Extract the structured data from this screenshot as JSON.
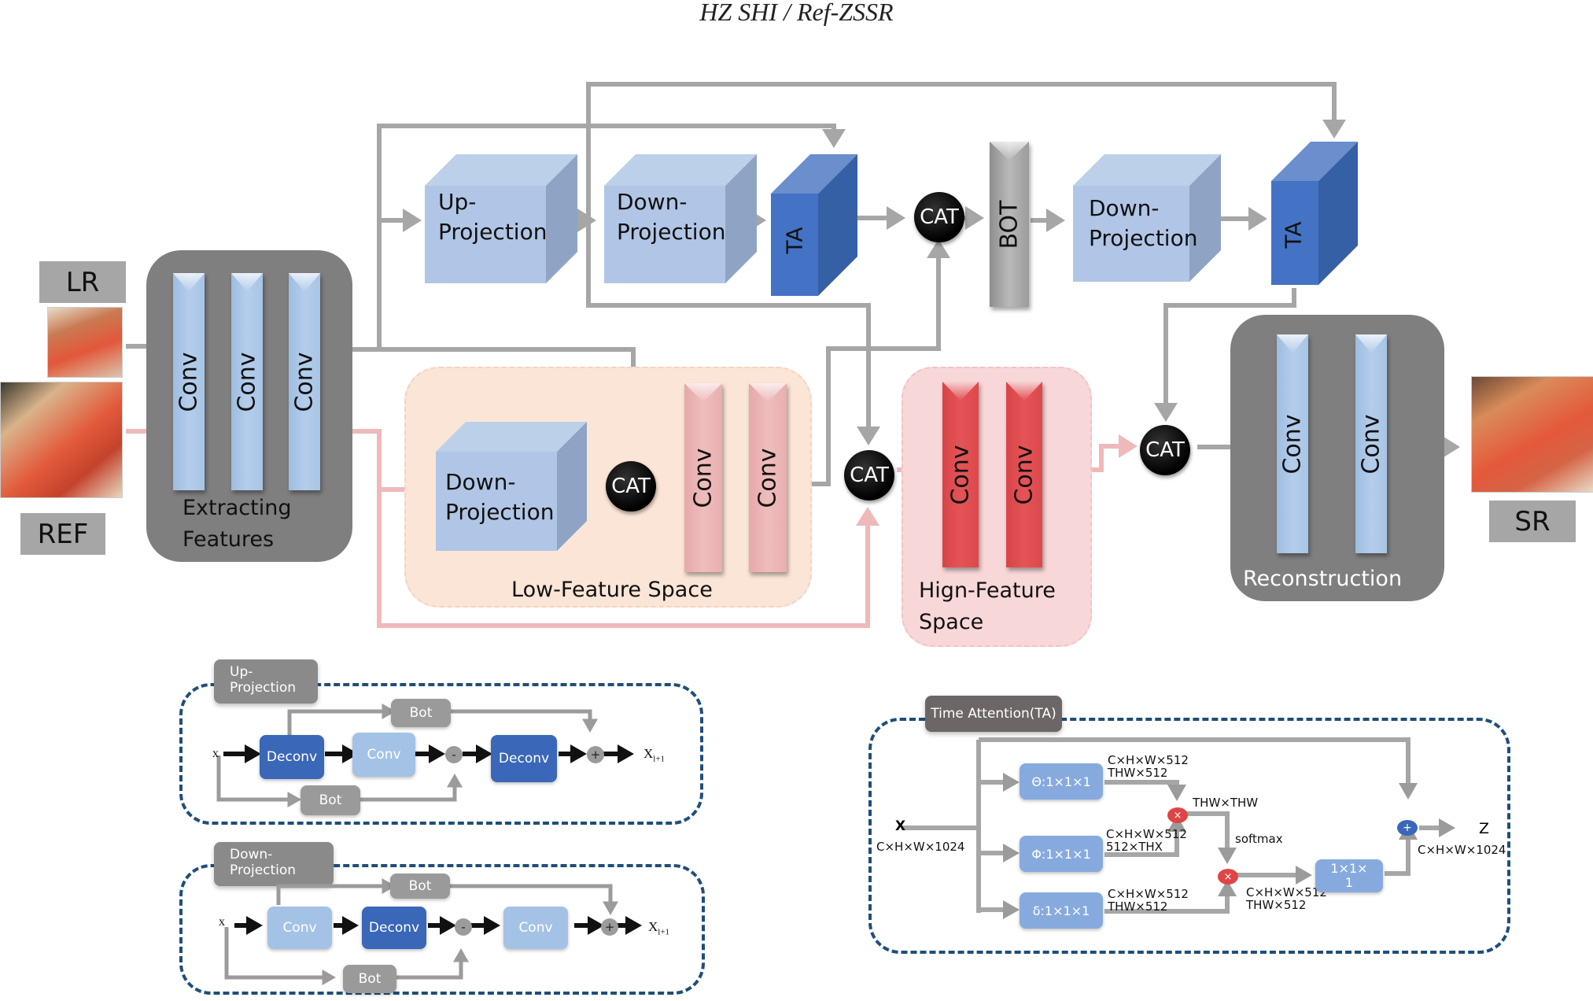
{
  "header": {
    "title": "HZ SHI / Ref-ZSSR"
  },
  "inputs": {
    "lr_label": "LR",
    "ref_label": "REF",
    "sr_label": "SR"
  },
  "extracting": {
    "label_line1": "Extracting",
    "label_line2": "Features",
    "conv_labels": [
      "Conv",
      "Conv",
      "Conv"
    ]
  },
  "top_branch": {
    "up_projection": {
      "line1": "Up-",
      "line2": "Projection"
    },
    "down_projection_1": {
      "line1": "Down-",
      "line2": "Projection"
    },
    "ta_1": "TA",
    "cat_top": "CAT",
    "bot": "BOT",
    "down_projection_2": {
      "line1": "Down-",
      "line2": "Projection"
    },
    "ta_2": "TA"
  },
  "low_feature": {
    "title": "Low-Feature Space",
    "down_projection": {
      "line1": "Down-",
      "line2": "Projection"
    },
    "cat": "CAT",
    "conv_labels": [
      "Conv",
      "Conv"
    ]
  },
  "cat_middle": "CAT",
  "high_feature": {
    "title_line1": "Hign-Feature",
    "title_line2": "Space",
    "conv_labels": [
      "Conv",
      "Conv"
    ]
  },
  "cat_recon": "CAT",
  "reconstruction": {
    "title": "Reconstruction",
    "conv_labels": [
      "Conv",
      "Conv"
    ]
  },
  "up_projection_detail": {
    "tag_line1": "Up-",
    "tag_line2": "Projection",
    "input": "x",
    "output": "X",
    "output_sub": "l+1",
    "nodes": {
      "deconv1": "Deconv",
      "conv": "Conv",
      "deconv2": "Deconv",
      "bot_top": "Bot",
      "bot_bottom": "Bot"
    },
    "ops": {
      "minus": "-",
      "plus": "+"
    }
  },
  "down_projection_detail": {
    "tag_line1": "Down-",
    "tag_line2": "Projection",
    "input": "x",
    "output": "X",
    "output_sub": "l+1",
    "nodes": {
      "conv1": "Conv",
      "deconv": "Deconv",
      "conv2": "Conv",
      "bot_top": "Bot",
      "bot_bottom": "Bot"
    },
    "ops": {
      "minus": "-",
      "plus": "+"
    }
  },
  "time_attention": {
    "tag": "Time Attention(TA)",
    "input": "X",
    "input_dim": "C×H×W×1024",
    "theta": "Θ:1×1×1",
    "phi": "Φ:1×1×1",
    "delta": "δ:1×1×1",
    "theta_dims": [
      "C×H×W×512",
      "THW×512"
    ],
    "phi_dims": [
      "C×H×W×512",
      "512×THX"
    ],
    "delta_dims": [
      "C×H×W×512",
      "THW×512"
    ],
    "thw_label": "THW×THW",
    "softmax": "softmax",
    "mult_dims": [
      "C×H×W×512",
      "THW×512"
    ],
    "conv_line1": "1×1×",
    "conv_line2": "1",
    "output": "Z",
    "output_dim": "C×H×W×1024",
    "ops": {
      "mult": "×",
      "add": "+"
    }
  },
  "colors": {
    "grey_arrow": "#a6a6a6",
    "pink_arrow": "#efb9bb",
    "black_arrow": "#111111",
    "ta_blue": "#3a67b8",
    "dash_blue": "#1f4e79"
  }
}
